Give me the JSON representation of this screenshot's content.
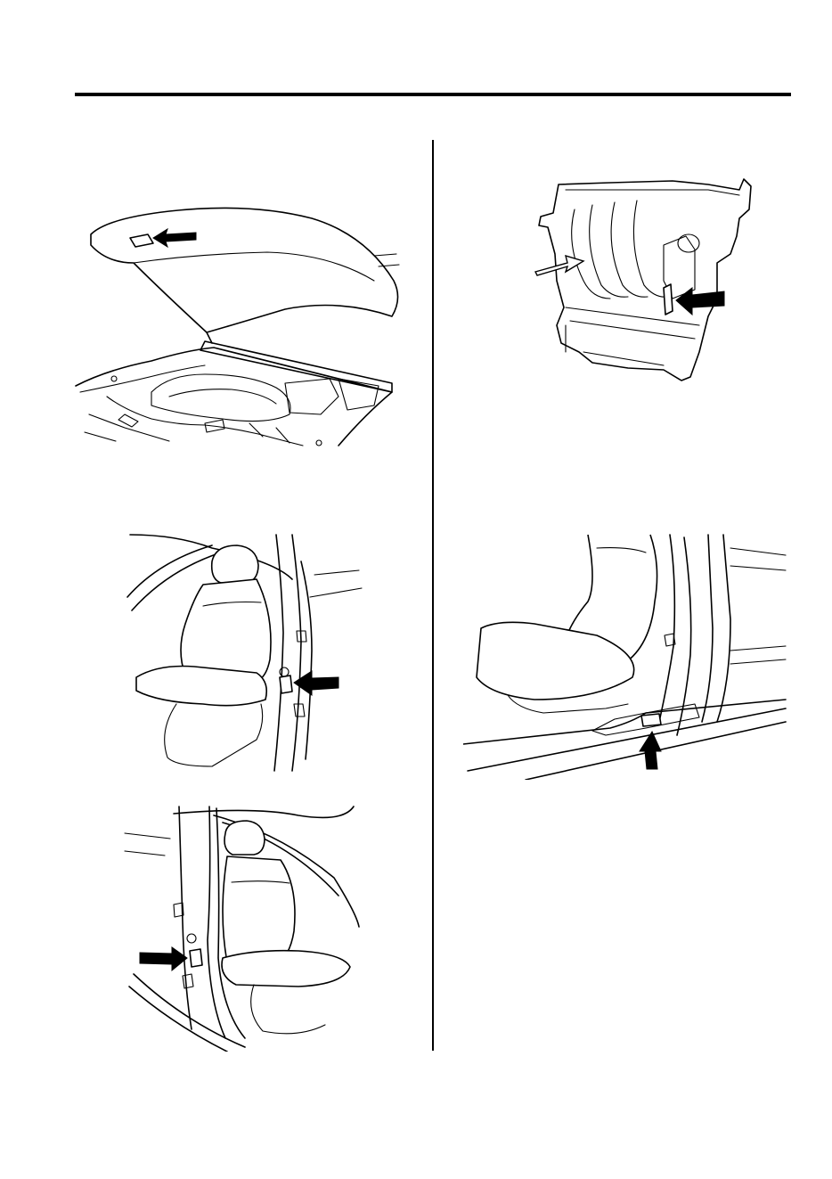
{
  "page": {
    "figures": [
      {
        "id": "hood",
        "icon": "open-hood-label-location-illustration"
      },
      {
        "id": "engine",
        "icon": "engine-label-location-illustration"
      },
      {
        "id": "front-door-left",
        "icon": "driver-door-pillar-label-illustration"
      },
      {
        "id": "front-door-right",
        "icon": "passenger-door-pillar-label-illustration"
      },
      {
        "id": "door-sill",
        "icon": "door-sill-label-illustration"
      }
    ]
  }
}
